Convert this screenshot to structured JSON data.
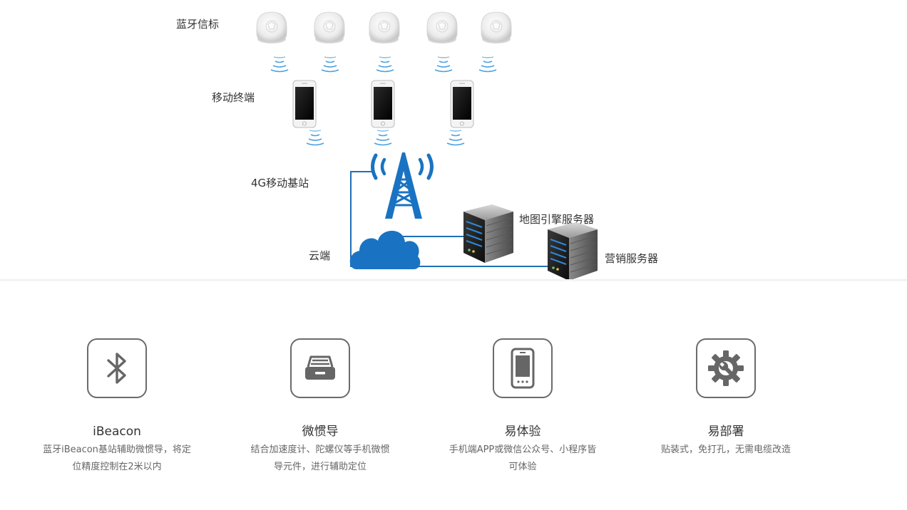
{
  "diagram": {
    "labels": {
      "beacon": "蓝牙信标",
      "mobile": "移动终端",
      "base_station": "4G移动基站",
      "cloud": "云端",
      "map_server": "地图引擎服务器",
      "marketing_server": "营销服务器"
    },
    "colors": {
      "link": "#1f6fb7",
      "cloud": "#1a73c2",
      "tower": "#1a73c2",
      "wave": "#4aa0e0"
    }
  },
  "features": [
    {
      "icon": "bluetooth-icon",
      "title": "iBeacon",
      "desc_line1": "蓝牙iBeacon基站辅助微惯导，将定",
      "desc_line2": "位精度控制在2米以内"
    },
    {
      "icon": "inertial-module-icon",
      "title": "微惯导",
      "desc_line1": "结合加速度计、陀螺仪等手机微惯",
      "desc_line2": "导元件，进行辅助定位"
    },
    {
      "icon": "smartphone-icon",
      "title": "易体验",
      "desc_line1": "手机端APP或微信公众号、小程序皆",
      "desc_line2": "可体验"
    },
    {
      "icon": "gear-wrench-icon",
      "title": "易部署",
      "desc_line1": "贴装式，免打孔，无需电缆改造",
      "desc_line2": ""
    }
  ]
}
